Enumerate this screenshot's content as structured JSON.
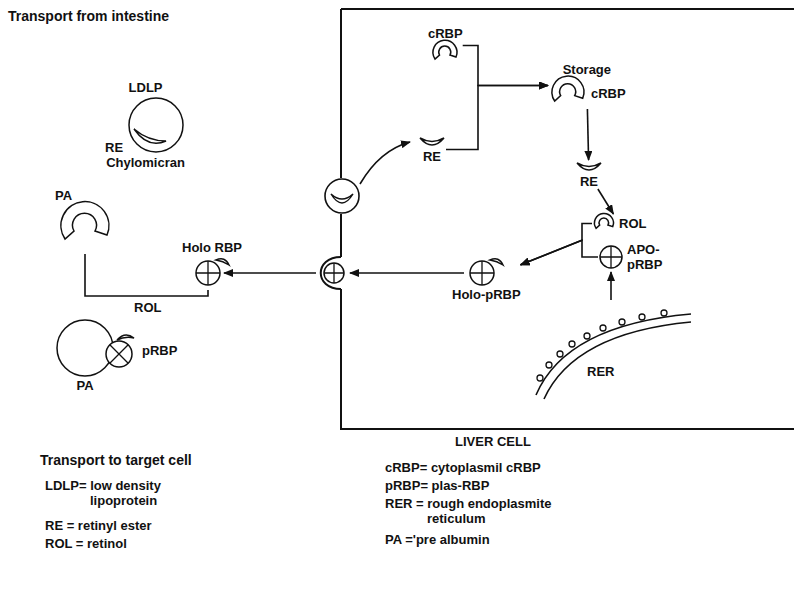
{
  "diagram": {
    "nodes": [
      {
        "text": [
          "LDLP",
          "RE",
          "Chylomicran"
        ]
      },
      {
        "text": [
          "LIVER CELL"
        ]
      },
      {
        "text": [
          "cRBP"
        ],
        "in": 1
      },
      {
        "text": [
          "RE"
        ],
        "in": 1
      },
      {
        "text": [
          "Storage",
          "cRBP"
        ],
        "in": 1
      },
      {
        "text": [
          "RE"
        ],
        "in": 1
      },
      {
        "text": [
          "ROL"
        ],
        "in": 1
      },
      {
        "text": [
          "APO- pRBP"
        ],
        "in": 1
      },
      {
        "text": [
          "Holo-pRBP"
        ],
        "in": 1
      },
      {
        "text": [
          "RER"
        ],
        "in": 1
      },
      {
        "text": [
          "PA"
        ]
      },
      {
        "text": [
          "Holo RBP"
        ]
      },
      {
        "text": [
          "PA"
        ]
      },
      {
        "text": [
          "pRBP"
        ],
        "in": 12
      }
    ],
    "edges": [
      {
        "from": 2,
        "to": 4,
        "arrow": "to"
      },
      {
        "from": 3,
        "to": 4,
        "arrow": "to"
      },
      {
        "from": 4,
        "to": 5,
        "arrow": "to"
      },
      {
        "from": 5,
        "to": 6,
        "arrow": "to"
      },
      {
        "from": 6,
        "to": 8,
        "arrow": "to"
      },
      {
        "from": 7,
        "to": 8,
        "arrow": "to"
      },
      {
        "from": 9,
        "to": 7,
        "arrow": "to"
      }
    ],
    "labels": [
      "Transport from intestine",
      "ROL",
      "Transport to target cell",
      "LDLP= low density lipoprotein",
      "RE = retinyl ester",
      "ROL = retinol",
      "cRBP= cytoplasmil cRBP",
      "pRBP= plas-RBP",
      "RER = rough endoplasmite reticulum",
      "PA ='pre albumin"
    ]
  }
}
